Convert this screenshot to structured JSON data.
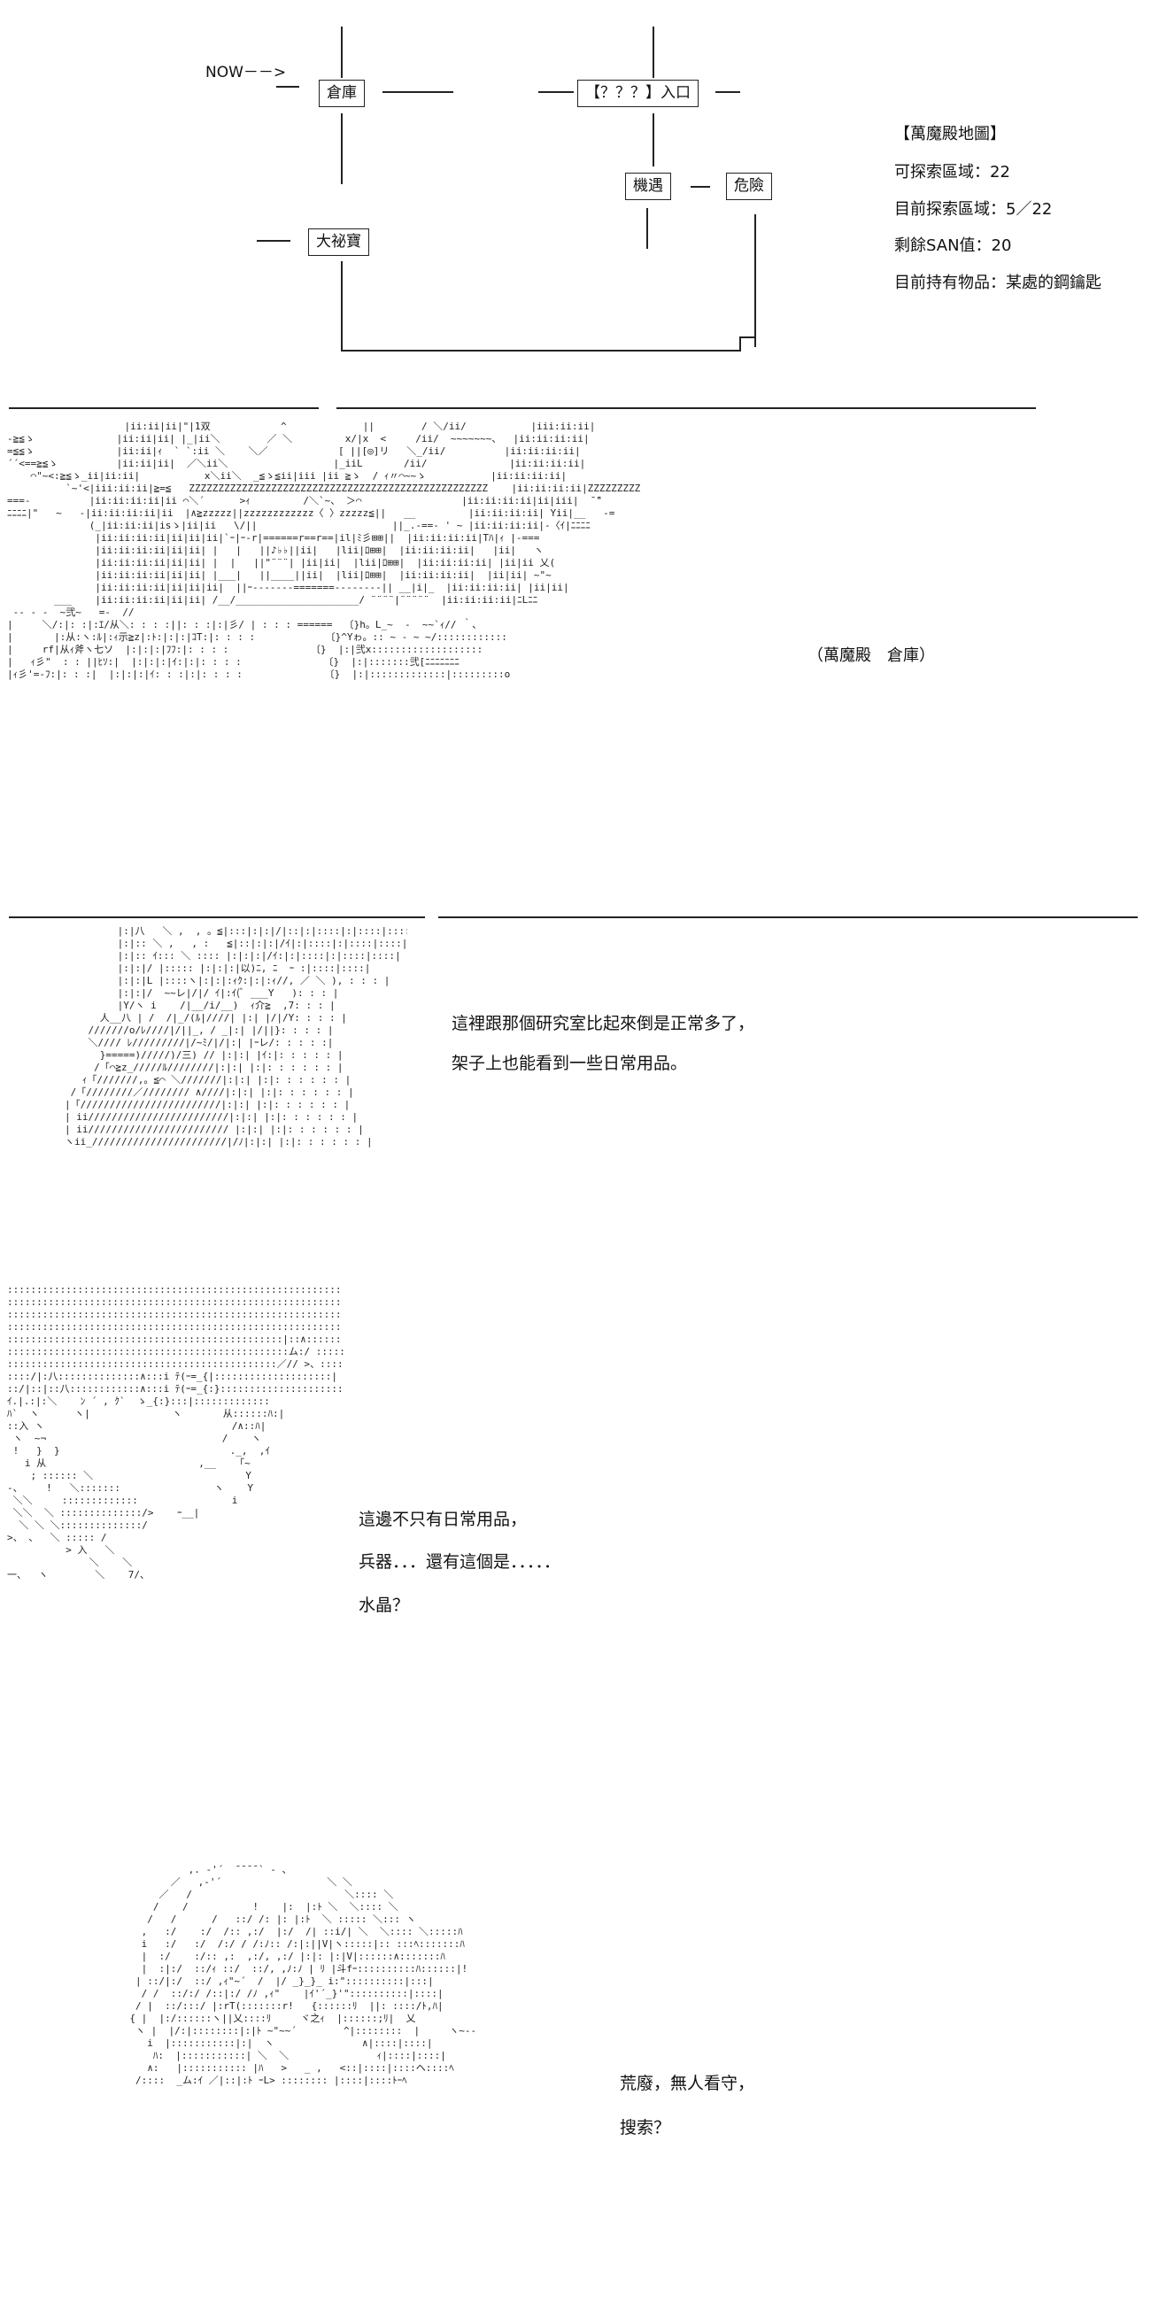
{
  "map": {
    "now_label": "NOW－－>",
    "nodes": {
      "warehouse": "倉庫",
      "entrance": "【？？？】入口",
      "opportunity": "機遇",
      "danger": "危險",
      "treasure": "大祕寶"
    }
  },
  "status": {
    "title": "【萬魔殿地圖】",
    "explorable_areas": "可探索區域：22",
    "explored_areas": "目前探索區域：5／22",
    "san": "剩餘SAN值：20",
    "items": "目前持有物品：某處的鋼鑰匙"
  },
  "scene1": {
    "caption": "（萬魔殿　倉庫）"
  },
  "dialogue1": {
    "line1": "這裡跟那個研究室比起來倒是正常多了，",
    "line2": "架子上也能看到一些日常用品。"
  },
  "dialogue2": {
    "line1": "這邊不只有日常用品，",
    "line2": "兵器．．．還有這個是．．．．．",
    "line3": "水晶？"
  },
  "dialogue3": {
    "line1": "荒廢，無人看守，",
    "line2": "搜索？"
  }
}
